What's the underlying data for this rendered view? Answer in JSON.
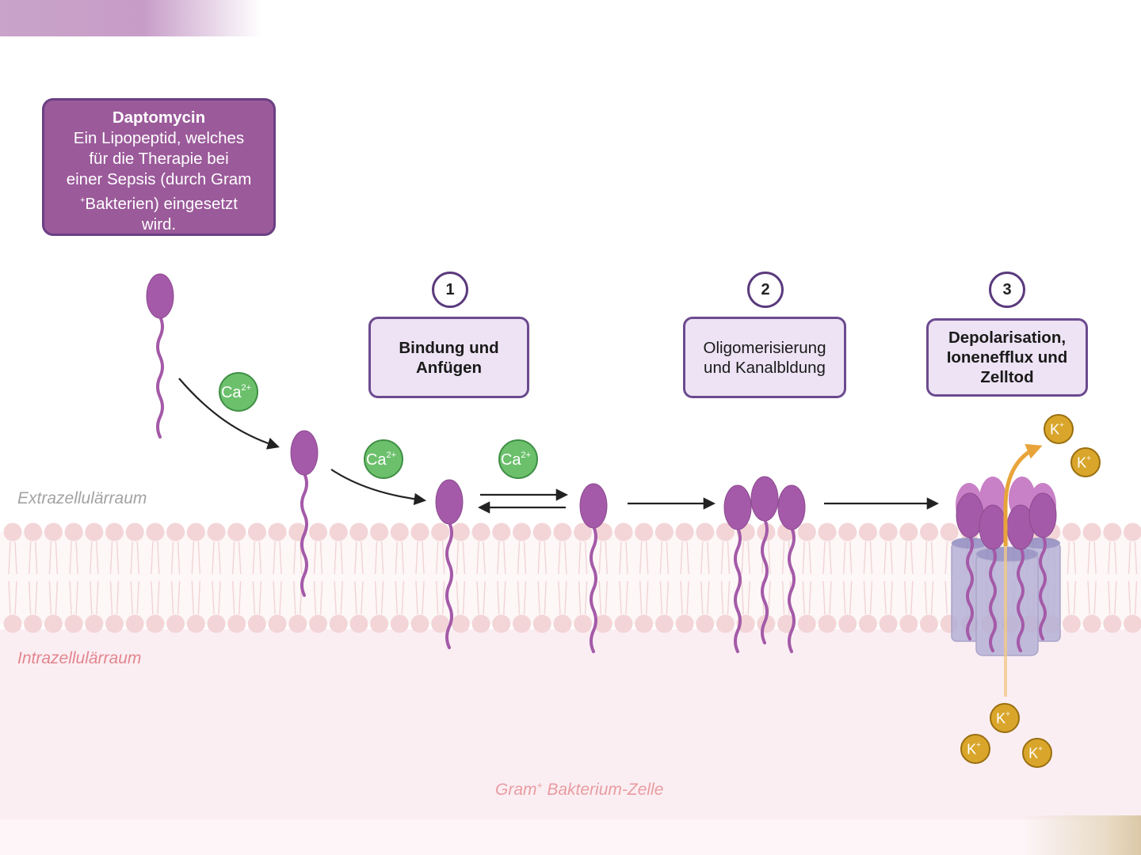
{
  "info_box": {
    "title": "Daptomycin",
    "lines": [
      "Ein Lipopeptid, welches",
      "für die Therapie bei",
      "einer  Sepsis (durch Gram",
      "Bakterien) eingesetzt",
      "wird."
    ],
    "line4_superscript": "+"
  },
  "steps": [
    {
      "number": "1",
      "lines": [
        "Bindung und",
        "Anfügen"
      ]
    },
    {
      "number": "2",
      "lines": [
        "Oligomerisierung",
        "und Kanalbldung"
      ]
    },
    {
      "number": "3",
      "lines": [
        "Depolarisation,",
        "Ionenefflux und",
        "Zelltod"
      ]
    }
  ],
  "regions": {
    "extracellular": "Extrazellulärraum",
    "intracellular": "Intrazellulärraum",
    "cell_label_prefix": "Gram",
    "cell_label_superscript": "+",
    "cell_label_suffix": " Bakterium-Zelle"
  },
  "ions": {
    "calcium": {
      "symbol": "Ca",
      "charge": "2+"
    },
    "potassium": {
      "symbol": "K",
      "charge": "+"
    }
  },
  "colors": {
    "daptomycin": "#a45aa8",
    "info_box": "#9b5a9a",
    "step_box": "#ede3f4",
    "calcium": "#6cc06c",
    "potassium": "#d9a62b",
    "efflux_arrow": "#e8a43a",
    "membrane": "#f3d5d7",
    "intracellular_bg": "#fbeef3",
    "channel": "#a9a4cc"
  }
}
